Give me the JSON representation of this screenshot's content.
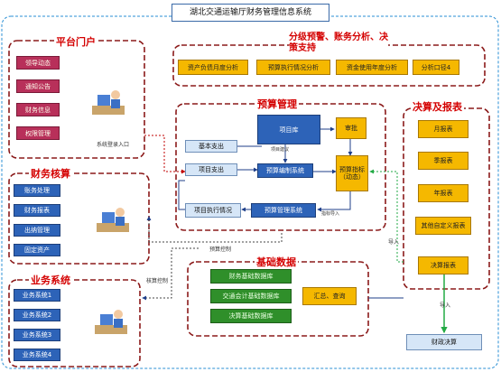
{
  "title": "湖北交通运输厅财务管理信息系统",
  "portal": {
    "title": "平台门户",
    "items": [
      "领导动态",
      "通知公告",
      "财务信息",
      "权限管理"
    ],
    "login_label": "系统登录入口"
  },
  "analysis": {
    "title": "分级预警、账务分析、决策支持",
    "items": [
      "资产负债月度分析",
      "预算执行情况分析",
      "资金使用年度分析",
      "分析口径4"
    ]
  },
  "accounting": {
    "title": "财务核算",
    "items": [
      "账务处理",
      "财务报表",
      "出纳管理",
      "固定资产"
    ]
  },
  "business": {
    "title": "业务系统",
    "items": [
      "业务系统1",
      "业务系统2",
      "业务系统3",
      "业务系统4"
    ]
  },
  "budget": {
    "title": "预算管理",
    "project_library": "项目库",
    "project_library_note": "项目建议",
    "approval": "审批",
    "basic_expense": "基本支出",
    "project_expense": "项目支出",
    "compile_system": "预算编制系统",
    "indicator": "预算指标\n（动态）",
    "execution": "项目执行情况",
    "management_system": "预算管理系统",
    "indicator_import": "指标导入"
  },
  "reports": {
    "title": "决算及报表",
    "items": [
      "月报表",
      "季报表",
      "年报表",
      "其他自定义报表",
      "决算报表"
    ],
    "final": "财政决算"
  },
  "base_data": {
    "title": "基础数据",
    "items": [
      "财务基础数据库",
      "交通会计基础数据库",
      "决算基础数据库"
    ],
    "summary": "汇总、查询"
  },
  "labels": {
    "budget_control": "预算控制",
    "accounting_control": "核算控制",
    "import_1": "导入",
    "import_2": "导入"
  },
  "colors": {
    "frame_red": "#8b1a1a",
    "outer_blue": "#2a8fd4",
    "title_red": "#d40000",
    "gold": "#f5b800",
    "green": "#2f8f2a",
    "blue": "#2d63b8",
    "pink": "#b8305a"
  }
}
